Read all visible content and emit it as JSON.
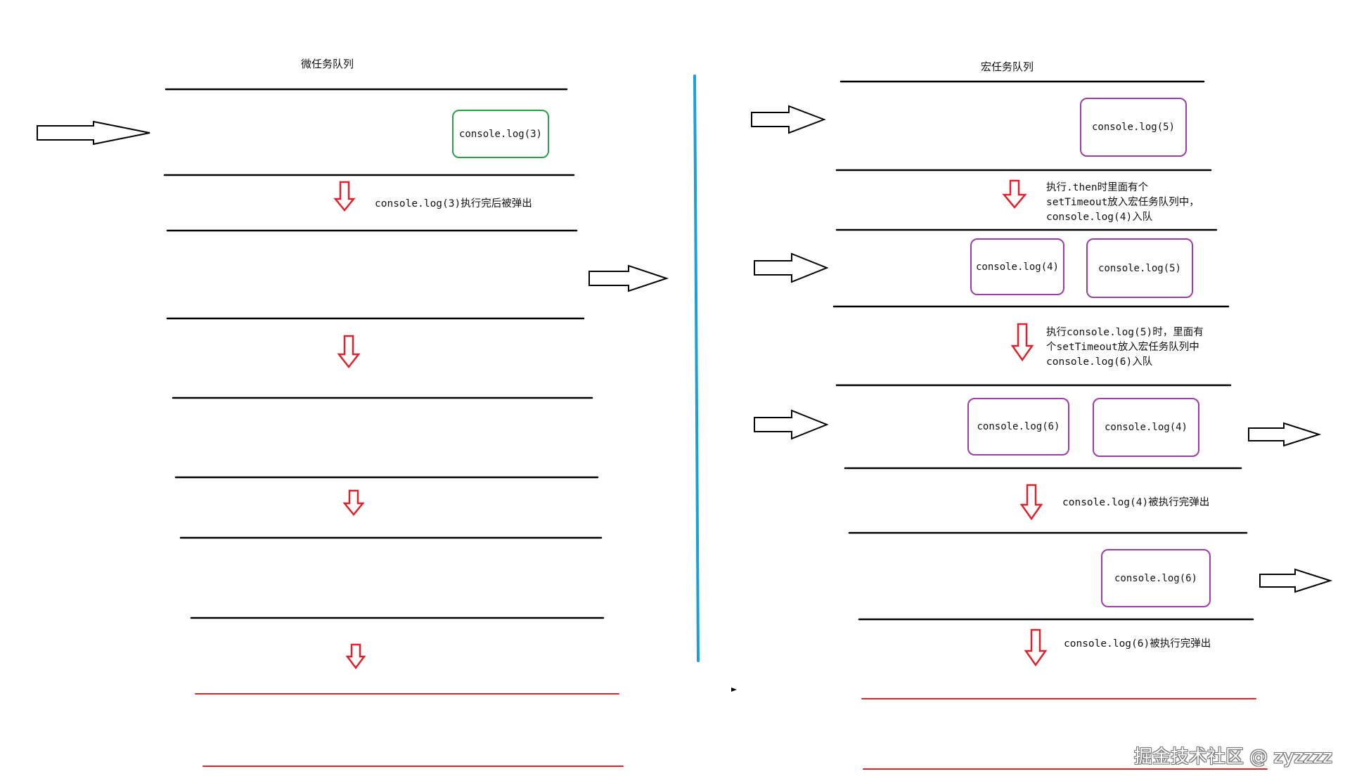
{
  "micro": {
    "title": "微任务队列",
    "box_log3": "console.log(3)",
    "note_pop3": "console.log(3)执行完后被弹出"
  },
  "macro": {
    "title": "宏任务队列",
    "stage1_log5": "console.log(5)",
    "note_then_lines": [
      "执行.then时里面有个",
      "setTimeout放入宏任务队列中，",
      "console.log(4)入队"
    ],
    "stage2_log4": "console.log(4)",
    "stage2_log5": "console.log(5)",
    "note_exec5_lines": [
      "执行console.log(5)时，里面有",
      "个setTimeout放入宏任务队列中",
      "console.log(6)入队"
    ],
    "stage3_log6": "console.log(6)",
    "stage3_log4": "console.log(4)",
    "note_pop4": "console.log(4)被执行完弹出",
    "stage4_log6": "console.log(6)",
    "note_pop6": "console.log(6)被执行完弹出"
  },
  "watermark": "掘金技术社区 @ zyzzzz",
  "colors": {
    "queue_line": "#000000",
    "empty_line": "#e0202a",
    "down_arrow": "#e0202a",
    "divider": "#1aa0d8",
    "micro_box": "#2ca048",
    "macro_box": "#9a3ea6"
  }
}
